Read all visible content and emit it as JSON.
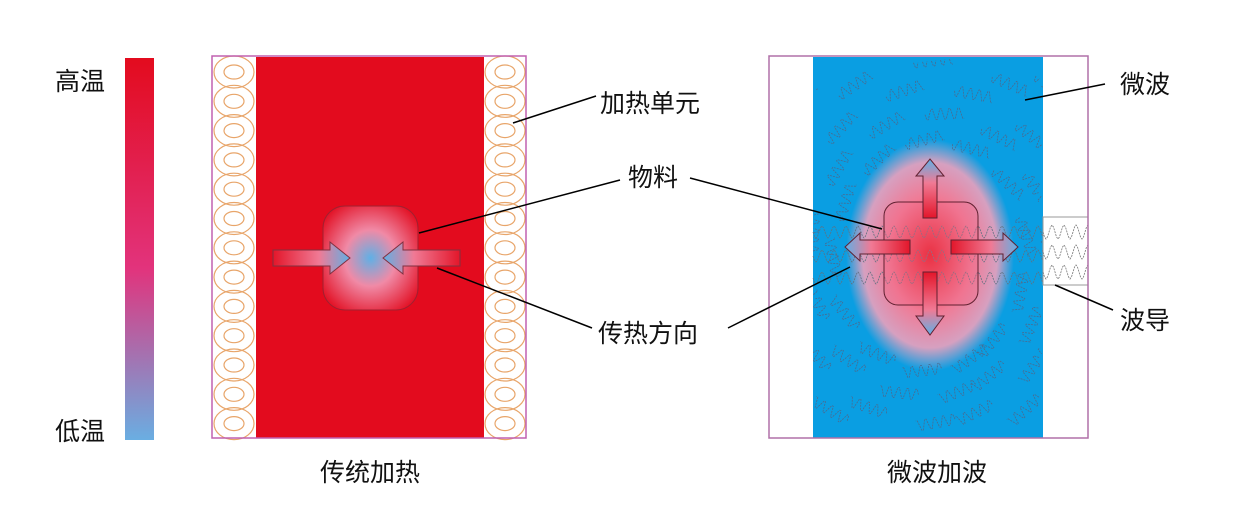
{
  "legend": {
    "high": "高温",
    "low": "低温"
  },
  "labels": {
    "heating_unit": "加热单元",
    "material": "物料",
    "heat_direction": "传热方向",
    "microwave": "微波",
    "waveguide": "波导"
  },
  "captions": {
    "conventional": "传统加热",
    "microwave": "微波加波"
  },
  "colors": {
    "hot": "#e30b1e",
    "mid": "#e23a7c",
    "cold": "#6aaee2",
    "microwave_field": "#0a9ee2",
    "coil": "#e8a56a",
    "frame": "#b04a9a"
  }
}
